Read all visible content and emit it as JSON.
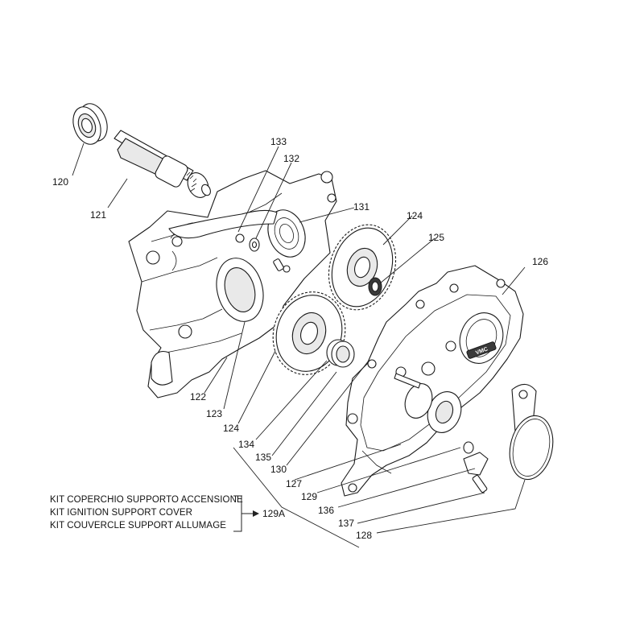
{
  "callouts": [
    {
      "id": "120",
      "text": "120"
    },
    {
      "id": "121",
      "text": "121"
    },
    {
      "id": "133",
      "text": "133"
    },
    {
      "id": "132",
      "text": "132"
    },
    {
      "id": "131",
      "text": "131"
    },
    {
      "id": "124a",
      "text": "124"
    },
    {
      "id": "125",
      "text": "125"
    },
    {
      "id": "126",
      "text": "126"
    },
    {
      "id": "122",
      "text": "122"
    },
    {
      "id": "123",
      "text": "123"
    },
    {
      "id": "124b",
      "text": "124"
    },
    {
      "id": "134",
      "text": "134"
    },
    {
      "id": "135",
      "text": "135"
    },
    {
      "id": "130",
      "text": "130"
    },
    {
      "id": "127",
      "text": "127"
    },
    {
      "id": "129",
      "text": "129"
    },
    {
      "id": "136",
      "text": "136"
    },
    {
      "id": "137",
      "text": "137"
    },
    {
      "id": "128",
      "text": "128"
    }
  ],
  "kit": {
    "lines": [
      "KIT COPERCHIO SUPPORTO ACCENSIONE",
      "KIT IGNITION SUPPORT COVER",
      "KIT COUVERCLE SUPPORT ALLUMAGE"
    ],
    "code": "129A"
  },
  "cover_logo": "VMC"
}
